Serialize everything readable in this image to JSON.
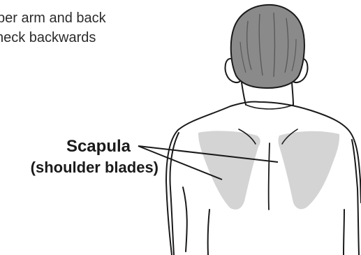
{
  "intro": {
    "line1": "per arm and back",
    "line2": "neck backwards"
  },
  "label": {
    "primary": "Scapula",
    "secondary": "(shoulder blades)"
  },
  "colors": {
    "ink": "#1a1a1a",
    "hair": "#8a8a8a",
    "scapula_fill": "#d4d4d4",
    "skin": "#ffffff"
  },
  "icons": {
    "figure": "person-back-view-illustration"
  }
}
